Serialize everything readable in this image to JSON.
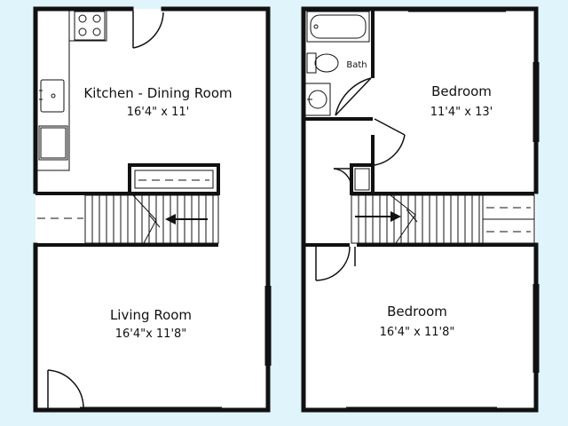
{
  "floor_plan": {
    "first_floor": {
      "kitchen_dining": {
        "name": "Kitchen - Dining Room",
        "size": "16'4\" x 11'"
      },
      "living_room": {
        "name": "Living Room",
        "size": "16'4\"x 11'8\""
      }
    },
    "second_floor": {
      "bath": {
        "name": "Bath"
      },
      "bedroom_upper": {
        "name": "Bedroom",
        "size": "11'4\" x 13'"
      },
      "bedroom_lower": {
        "name": "Bedroom",
        "size": "16'4\" x 11'8\""
      }
    }
  },
  "colors": {
    "background": "#dff4fb",
    "floor": "#ffffff",
    "wall": "#111111"
  }
}
